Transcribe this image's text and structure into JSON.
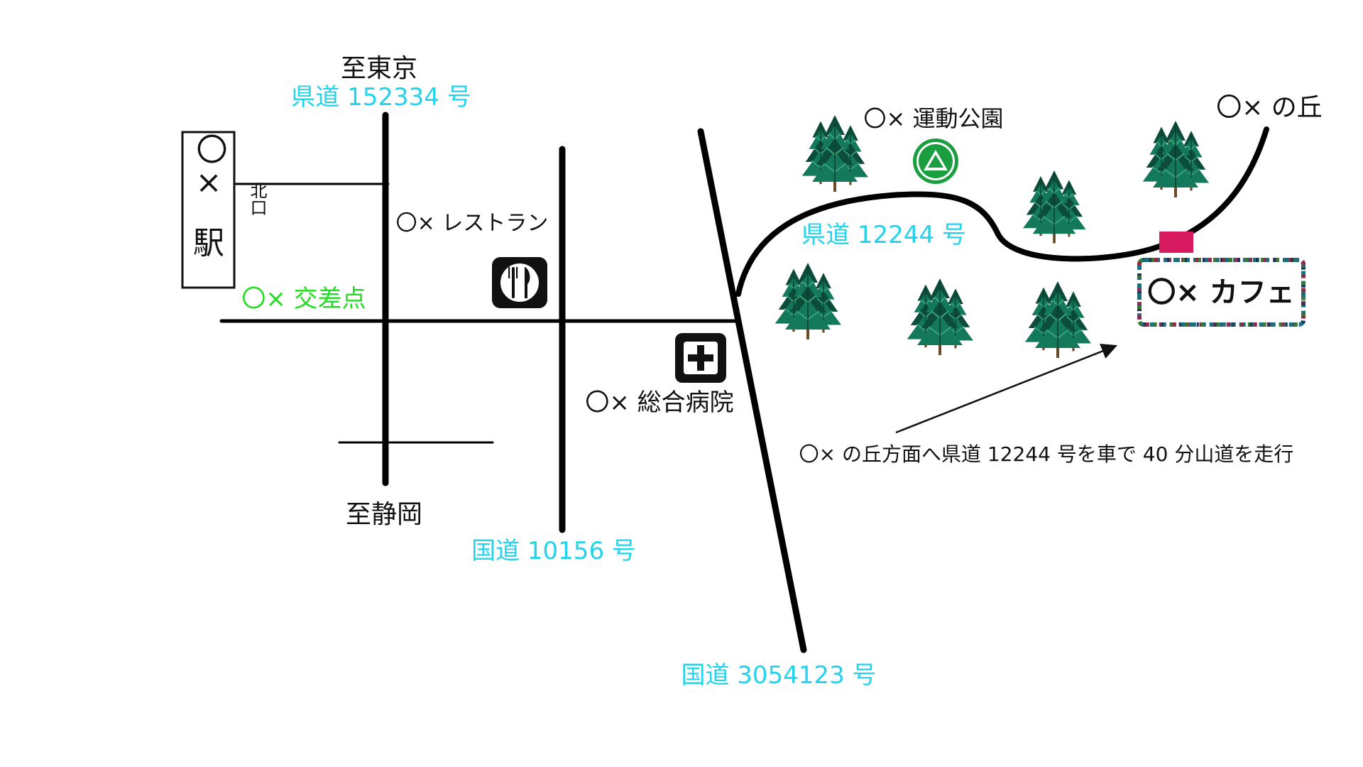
{
  "colors": {
    "road": "#000000",
    "road_label": "#22d3ee",
    "intersection_label": "#22dd22",
    "park_icon": "#1a9e3f",
    "cafe_marker": "#d81b60",
    "tree_dark": "#0b4d3a",
    "tree_mid": "#14785a",
    "tree_light": "#3aa57c"
  },
  "destinations": {
    "north": "至東京",
    "south": "至静岡",
    "hill": "〇× の丘"
  },
  "roads": {
    "pref_north": "県道 152334 号",
    "pref_hill": "県道 12244 号",
    "national_mid": "国道 10156 号",
    "national_long": "国道 3054123 号"
  },
  "places": {
    "station_name": "〇×",
    "station_suffix": "駅",
    "station_exit": "北口",
    "intersection": "〇× 交差点",
    "restaurant": "〇× レストラン",
    "hospital": "〇× 総合病院",
    "park": "〇× 運動公園",
    "cafe": "〇× カフェ"
  },
  "icons": {
    "restaurant": "fork-knife-icon",
    "hospital": "cross-icon",
    "park": "triangle-icon",
    "tree": "pine-tree-icon"
  },
  "directions": "〇× の丘方面へ県道 12244 号を車で 40 分山道を走行"
}
